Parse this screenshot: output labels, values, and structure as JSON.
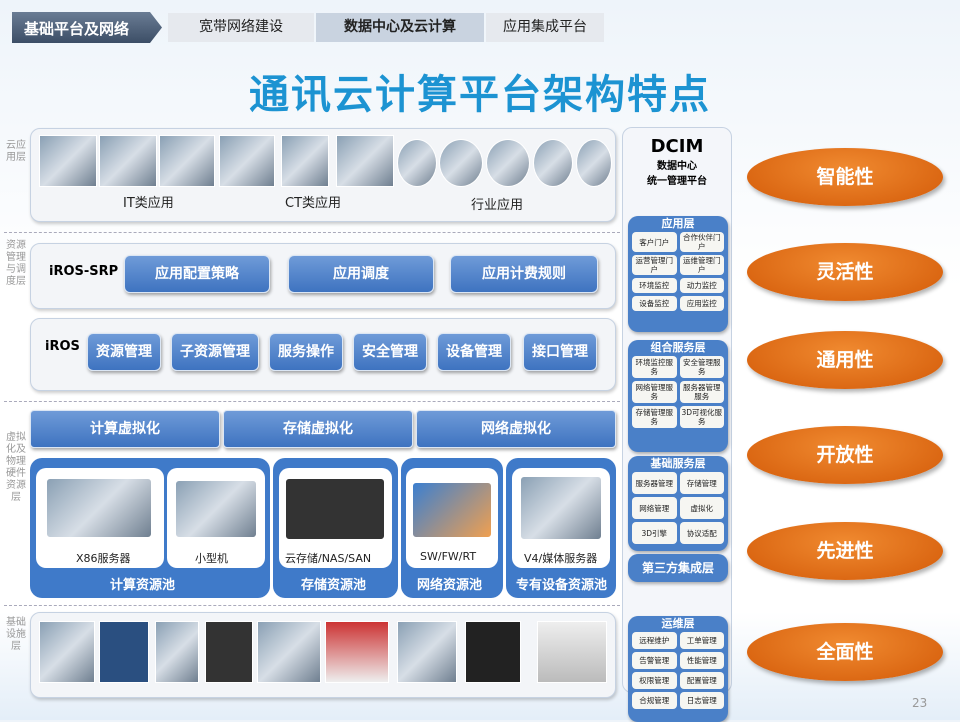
{
  "nav": {
    "section": "基础平台及网络",
    "tabs": [
      "宽带网络建设",
      "数据中心及云计算",
      "应用集成平台"
    ],
    "active_tab": 1
  },
  "title": "通讯云计算平台架构特点",
  "side_labels": [
    "云应用层",
    "资源管理与调度层",
    "虚拟化及物理硬件资源层",
    "基础设施层"
  ],
  "cloud_apps": {
    "labels": [
      "IT类应用",
      "CT类应用",
      "行业应用"
    ]
  },
  "srp": {
    "label": "iROS-SRP",
    "buttons": [
      "应用配置策略",
      "应用调度",
      "应用计费规则"
    ]
  },
  "iros": {
    "label": "iROS",
    "buttons": [
      "资源管理",
      "子资源管理",
      "服务操作",
      "安全管理",
      "设备管理",
      "接口管理"
    ]
  },
  "virt": [
    "计算虚拟化",
    "存储虚拟化",
    "网络虚拟化"
  ],
  "pools": [
    {
      "name": "计算资源池",
      "items": [
        "X86服务器",
        "小型机"
      ],
      "ellipsis": "…"
    },
    {
      "name": "存储资源池",
      "items": [
        "云存储/NAS/SAN"
      ]
    },
    {
      "name": "网络资源池",
      "items": [
        "SW/FW/RT"
      ]
    },
    {
      "name": "专有设备资源池",
      "items": [
        "V4/媒体服务器"
      ]
    }
  ],
  "dcim": {
    "title": "DCIM",
    "subtitle1": "数据中心",
    "subtitle2": "统一管理平台",
    "groups": [
      {
        "name": "应用层",
        "items": [
          "客户门户",
          "合作伙伴门户",
          "运营管理门户",
          "运维管理门户",
          "环境监控",
          "动力监控",
          "设备监控",
          "应用监控"
        ]
      },
      {
        "name": "组合服务层",
        "items": [
          "环境监控服务",
          "安全管理服务",
          "网络管理服务",
          "服务器管理服务",
          "存储管理服务",
          "3D可视化服务"
        ]
      },
      {
        "name": "基础服务层",
        "items": [
          "服务器管理",
          "存储管理",
          "网络管理",
          "虚拟化",
          "3D引擎",
          "协议适配"
        ]
      },
      {
        "name": "第三方集成层",
        "items": []
      },
      {
        "name": "运维层",
        "items": [
          "远程维护",
          "工单管理",
          "告警管理",
          "性能管理",
          "权限管理",
          "配置管理",
          "合规管理",
          "日志管理"
        ]
      }
    ]
  },
  "features": [
    "智能性",
    "灵活性",
    "通用性",
    "开放性",
    "先进性",
    "全面性"
  ],
  "page_number": "23"
}
